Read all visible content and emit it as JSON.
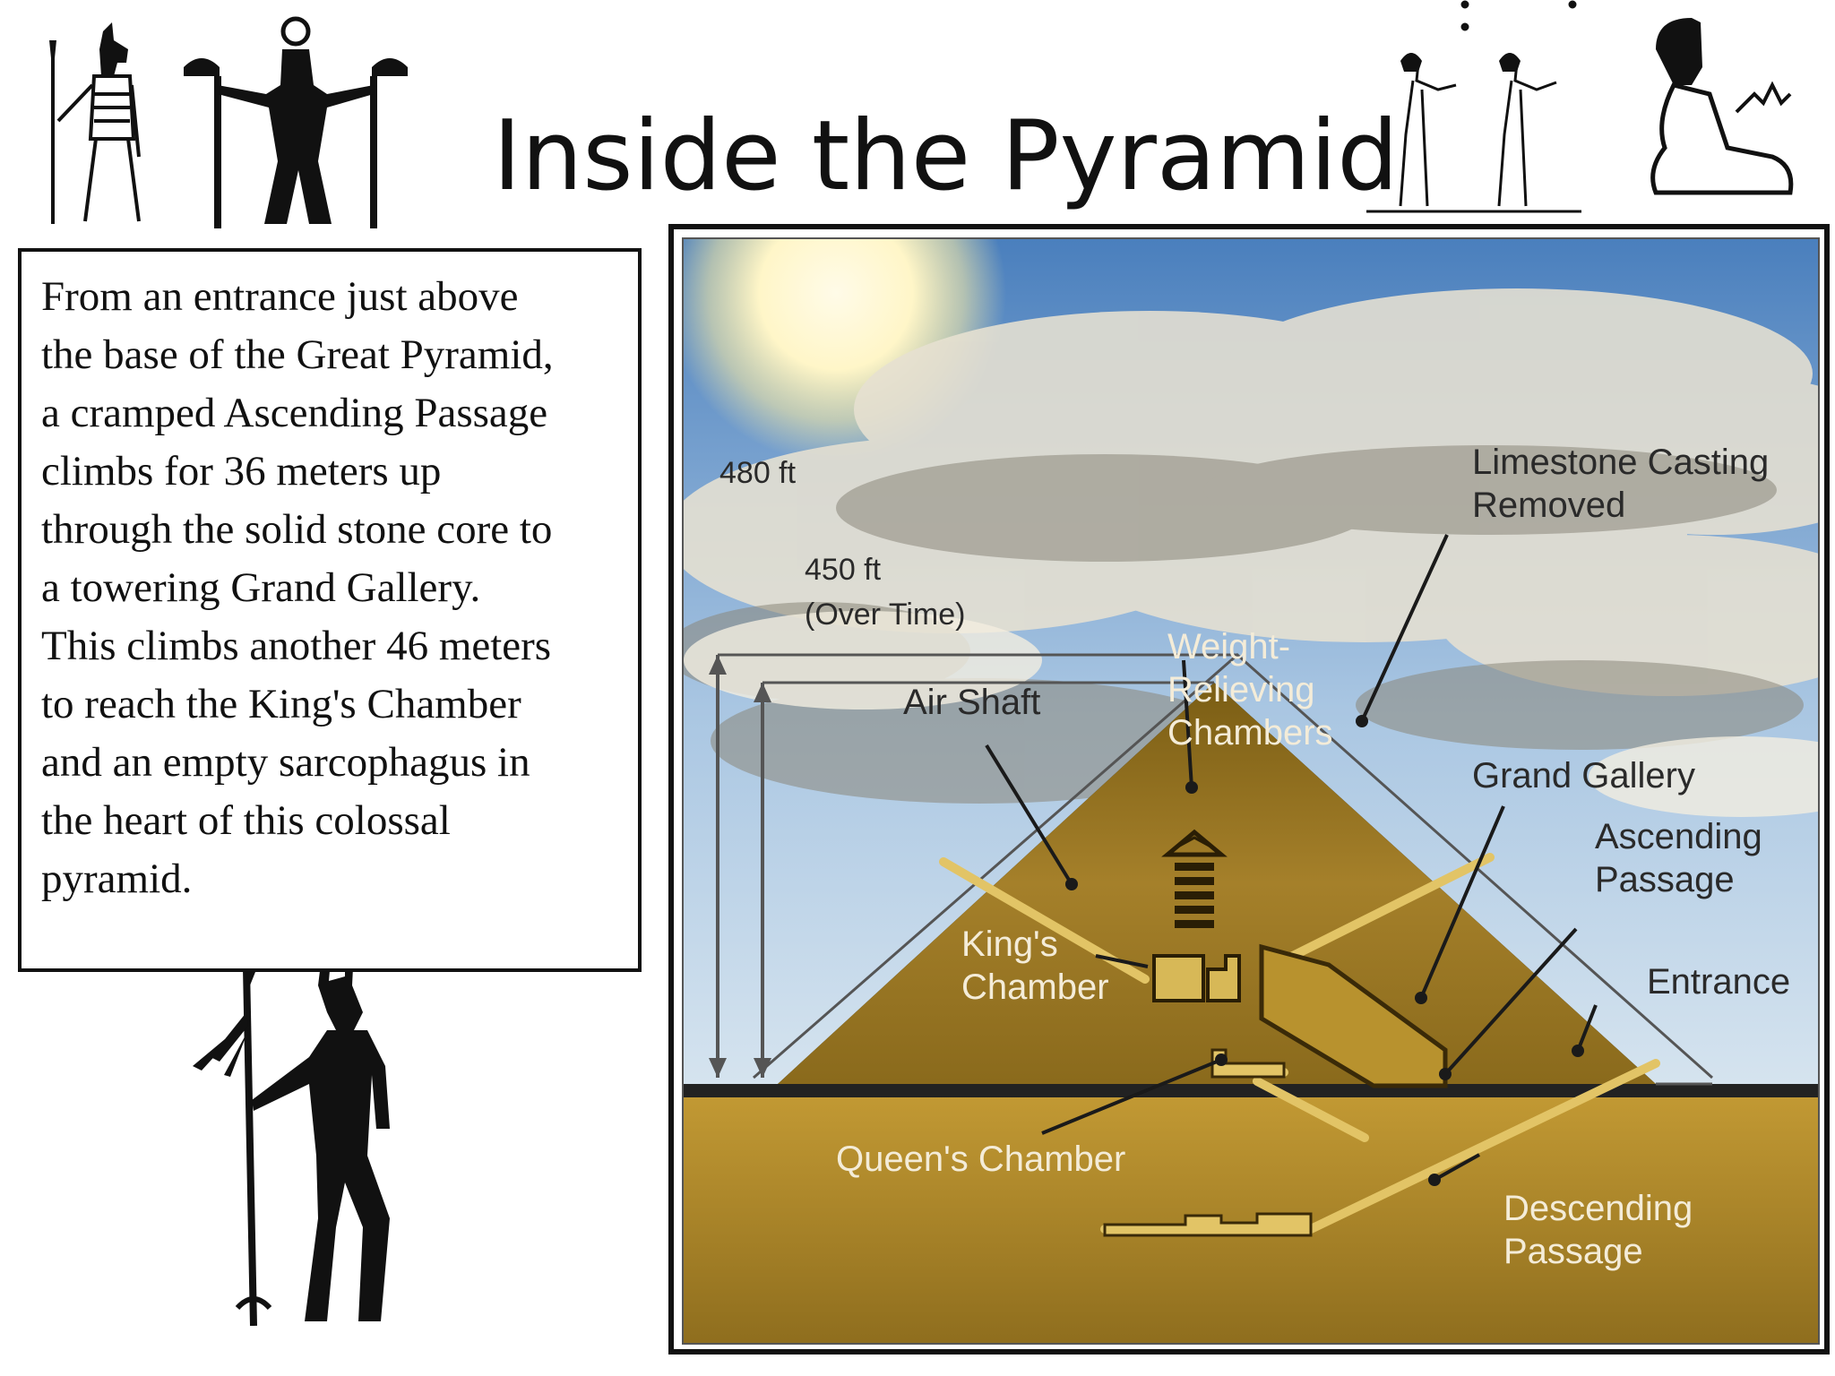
{
  "title": "Inside the Pyramid",
  "description_text": "From an entrance just above the base of the Great Pyramid, a cramped Ascending Passage climbs for 36 meters up through the solid stone core to a towering Grand Gallery. This climbs another 46 meters to reach the King's Chamber and an empty sarcophagus in the heart of this colossal pyramid.",
  "description_lines": [
    "From an entrance just above",
    "the base of the Great Pyramid,",
    "a cramped Ascending Passage",
    "climbs for 36 meters up",
    "through the solid stone core to",
    "a towering Grand Gallery.",
    "This climbs another 46 meters",
    "to reach the King's Chamber",
    "and an empty sarcophagus in",
    "the heart of this colossal",
    "pyramid."
  ],
  "diagram": {
    "height_original": "480 ft",
    "height_current": "450 ft",
    "height_current_note": "(Over Time)",
    "labels": {
      "air_shaft": "Air Shaft",
      "weight_relieving_1": "Weight-",
      "weight_relieving_2": "Relieving",
      "weight_relieving_3": "Chambers",
      "limestone_1": "Limestone Casting",
      "limestone_2": "Removed",
      "grand_gallery": "Grand Gallery",
      "ascending_1": "Ascending",
      "ascending_2": "Passage",
      "entrance": "Entrance",
      "kings_1": "King's",
      "kings_2": "Chamber",
      "queens": "Queen's Chamber",
      "descending_1": "Descending",
      "descending_2": "Passage"
    }
  },
  "colors": {
    "sky_top": "#4f86c2",
    "sky_bottom": "#c9dcec",
    "pyramid": "#9c7a22",
    "ground": "#b8902c",
    "passage": "#e6c76a"
  },
  "decorations": [
    "anubis-figure-icon",
    "ra-with-poles-icon",
    "offering-women-icon",
    "kneeling-figure-icon",
    "set-figure-icon"
  ]
}
